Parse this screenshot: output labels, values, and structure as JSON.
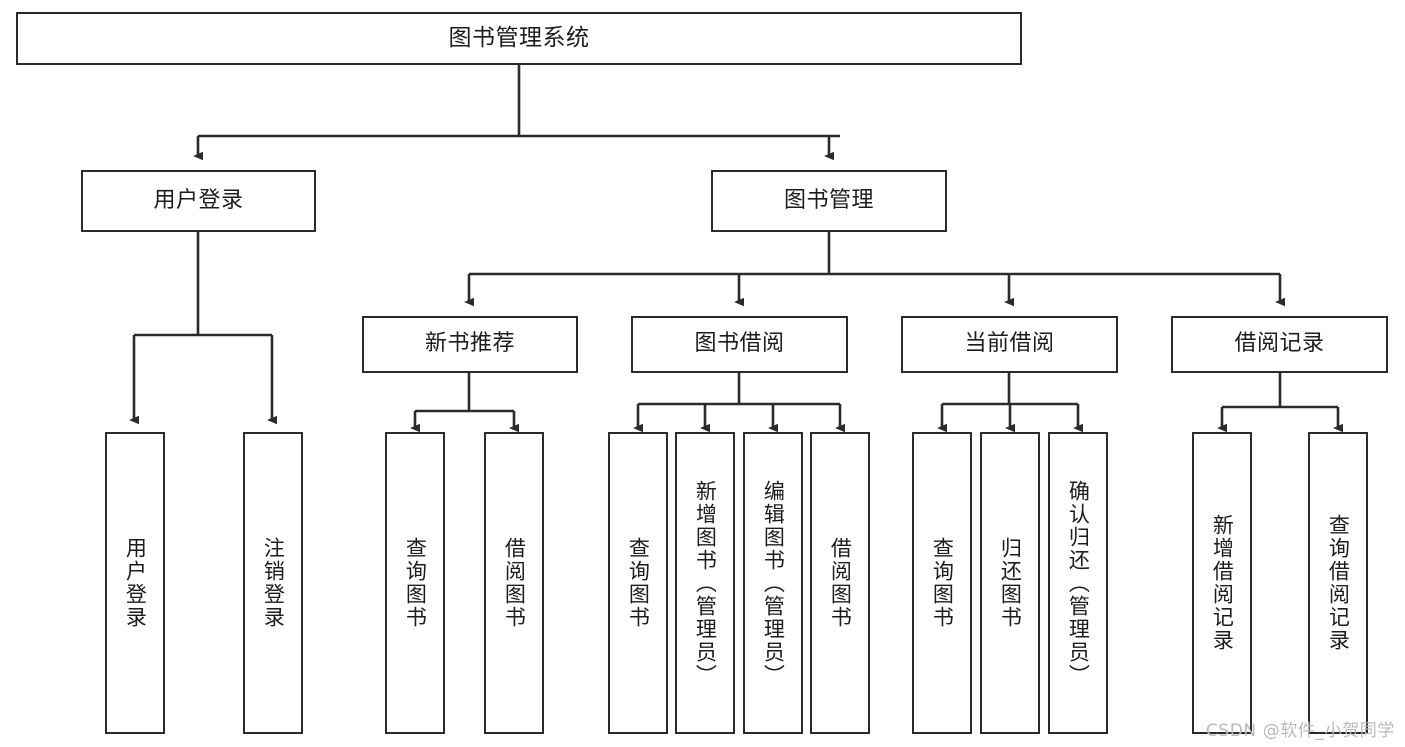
{
  "diagram": {
    "title": "图书管理系统",
    "type": "tree",
    "colors": {
      "stroke": "#2b2b2b",
      "fill": "#ffffff",
      "text": "#1c1c1c",
      "watermark": "#b9b9b9"
    },
    "nodes": {
      "root": {
        "label": "图书管理系统"
      },
      "level2": [
        {
          "id": "user-login",
          "label": "用户登录"
        },
        {
          "id": "book-manage",
          "label": "图书管理"
        }
      ],
      "level3": [
        {
          "id": "new-book-recommend",
          "label": "新书推荐"
        },
        {
          "id": "book-borrow",
          "label": "图书借阅"
        },
        {
          "id": "current-borrow",
          "label": "当前借阅"
        },
        {
          "id": "borrow-record",
          "label": "借阅记录"
        }
      ],
      "leaves": [
        {
          "id": "leaf-user-login",
          "label": "用户登录",
          "parent": "user-login"
        },
        {
          "id": "leaf-logout-login",
          "label": "注销登录",
          "parent": "user-login"
        },
        {
          "id": "leaf-query-book-1",
          "label": "查询图书",
          "parent": "new-book-recommend"
        },
        {
          "id": "leaf-borrow-book-1",
          "label": "借阅图书",
          "parent": "new-book-recommend"
        },
        {
          "id": "leaf-query-book-2",
          "label": "查询图书",
          "parent": "book-borrow"
        },
        {
          "id": "leaf-add-book-admin",
          "label": "新增图书（管理员）",
          "parent": "book-borrow"
        },
        {
          "id": "leaf-edit-book-admin",
          "label": "编辑图书（管理员）",
          "parent": "book-borrow"
        },
        {
          "id": "leaf-borrow-book-2",
          "label": "借阅图书",
          "parent": "book-borrow"
        },
        {
          "id": "leaf-query-book-3",
          "label": "查询图书",
          "parent": "current-borrow"
        },
        {
          "id": "leaf-return-book",
          "label": "归还图书",
          "parent": "current-borrow"
        },
        {
          "id": "leaf-confirm-return-admin",
          "label": "确认归还（管理员）",
          "parent": "current-borrow"
        },
        {
          "id": "leaf-add-borrow-record",
          "label": "新增借阅记录",
          "parent": "borrow-record"
        },
        {
          "id": "leaf-query-borrow-record",
          "label": "查询借阅记录",
          "parent": "borrow-record"
        }
      ]
    },
    "watermark": "CSDN @软件_小贺同学"
  }
}
